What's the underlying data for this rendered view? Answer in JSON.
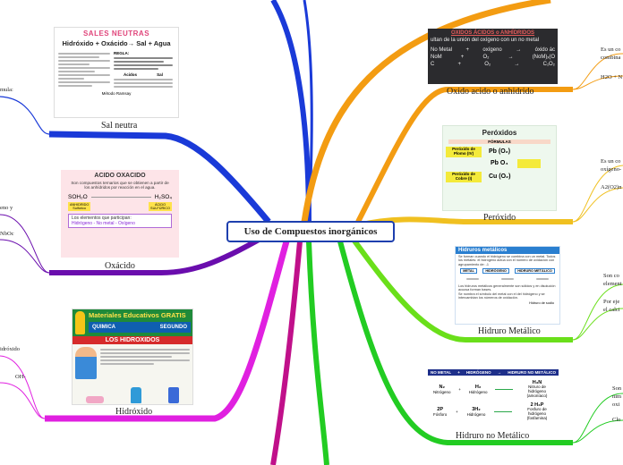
{
  "central": "Uso de Compuestos inorgánicos",
  "colors": {
    "central_border": "#1e3fae",
    "blue": "#1a3ad8",
    "orange": "#f39c12",
    "purple": "#6a0dad",
    "gold": "#f0c020",
    "lime": "#6adf1a",
    "green": "#22cc22",
    "magenta": "#e020e0",
    "deep_magenta": "#c0108a"
  },
  "topics": [
    {
      "label": "Sal neutra",
      "image": {
        "title": "SALES NEUTRAS",
        "subtitle": "Hidróxido + Oxácido→ Sal + Agua",
        "col_header": "REGLA:",
        "table_headers": [
          "Ácidos",
          "Sal"
        ],
        "footer": "Método Ramsay"
      },
      "side_texts": [
        "mula:"
      ]
    },
    {
      "label": "Oxácido",
      "image": {
        "title": "ACIDO OXACIDO",
        "desc": "Son compuestos ternarios que se obtienen a partir de los anhídridos por reacción en el agua.",
        "formula_left": [
          "SO",
          "H₂O"
        ],
        "formula_right": "H₂SO₄",
        "tag_left": [
          "ANHIDRIDO",
          "Sulfúrico"
        ],
        "tag_right": [
          "ÁCIDO",
          "SULFÚRICO"
        ],
        "elements_title": "Los elementos que participan:",
        "elements_list": "Hidrógeno - No metal - Oxígeno"
      },
      "side_texts": [
        "eno y",
        "NbOc"
      ]
    },
    {
      "label": "Hidróxido",
      "image": {
        "banner": "Materiales Educativos GRATIS",
        "subject": "QUIMICA",
        "grade": "SEGUNDO",
        "title": "LOS HIDROXIDOS"
      },
      "side_texts": [
        "idróxido",
        "OH-"
      ]
    },
    {
      "label": "Oxido acido o anhidrido",
      "image": {
        "title": "OXIDOS ÁCIDOS o ANHÍDRIDOS",
        "line1": "ultan de la unión del oxígeno con un no metal",
        "rows": [
          [
            "No Metal",
            "+",
            "oxígeno",
            "→",
            "óxido ác"
          ],
          [
            "NoM",
            "+",
            "O₂",
            "→",
            "(NoM)ₓ(O"
          ],
          [
            "C",
            "+",
            "O₂",
            "→",
            "C₁O₂"
          ]
        ]
      },
      "side_texts": [
        "Es un co",
        "combina",
        "H2O + N"
      ]
    },
    {
      "label": "Peróxido",
      "image": {
        "title": "Peróxidos",
        "subtitle": "FÓRMULAS",
        "rows": [
          {
            "name": "Peróxido de Plomo (IV)",
            "formula": "Pb (O₂)"
          },
          {
            "name": "",
            "formula": "Pb O₄"
          },
          {
            "name": "Peróxido de Cobre (I)",
            "formula": "Cu (O₂)"
          }
        ]
      },
      "side_texts": [
        "Es un co",
        "oxígeno-",
        "A2(O2)n"
      ]
    },
    {
      "label": "Hidruro Metálico",
      "image": {
        "title": "Hidruros metálicos",
        "desc": "Se forman cuando el hidrógeno se combina con un metal. Todos los metales: el hidrógeno actúa con el número de oxidación con agrupamiento de: -1",
        "boxes": [
          "METAL",
          "HIDRÓGENO",
          "HIDRURO METÁLICO"
        ],
        "bullet1": "Los hidruros metálicos generalmente son sólidos y en disolución acuosa forman bases.",
        "bullet2": "Se nombra el símbolo del metal con el del hidrógeno y se intercambian los números de oxidación.",
        "tag": "Hidruro de sodio"
      },
      "side_texts": [
        "Son co",
        "element",
        "Por eje",
        "el calci"
      ]
    },
    {
      "label": "Hidruro no Metálico",
      "image": {
        "headers": [
          "NO METAL",
          "+",
          "HIDRÓGENO",
          "→",
          "HIDRURO NO METÁLICO"
        ],
        "rows": [
          [
            "N₂",
            "Nitrógeno",
            "+",
            "H₂",
            "Hidrógeno",
            "H₃N",
            "Nitruro de hidrógeno (amoníaco)"
          ],
          [
            "2P",
            "Fósforo",
            "+",
            "3H₂",
            "Hidrógeno",
            "2 H₃P",
            "Fosfuro de hidrógeno (fosfamina)"
          ]
        ]
      },
      "side_texts": [
        "Son",
        "nim",
        "oxi",
        "Clo"
      ]
    }
  ]
}
